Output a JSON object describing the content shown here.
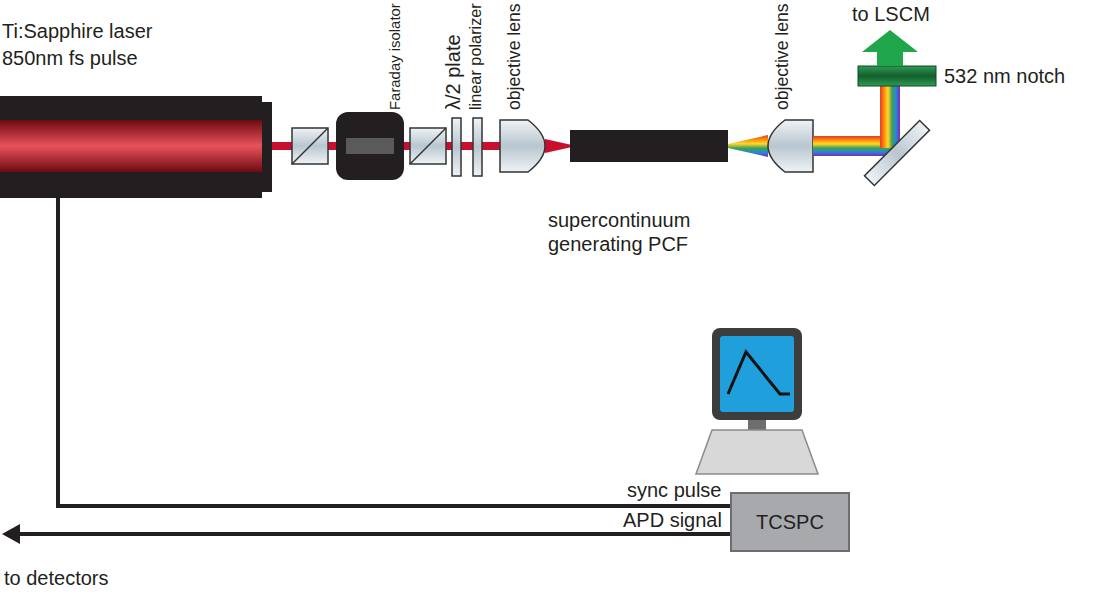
{
  "diagram": {
    "nodes": [
      {
        "text": [
          "Ti:Sapphire laser 850nm fs pulse"
        ]
      },
      {
        "text": [
          "TCSPC"
        ]
      }
    ],
    "edges": [
      {
        "from": 0,
        "to": 1,
        "arrow": "none",
        "label": "sync pulse"
      }
    ],
    "labels": [
      "Faraday isolator",
      "λ/2 plate",
      "linear polarizer",
      "objective lens",
      "supercontinuum generating PCF",
      "objective lens",
      "532 nm notch",
      "to LSCM",
      "APD signal",
      "to detectors"
    ]
  }
}
